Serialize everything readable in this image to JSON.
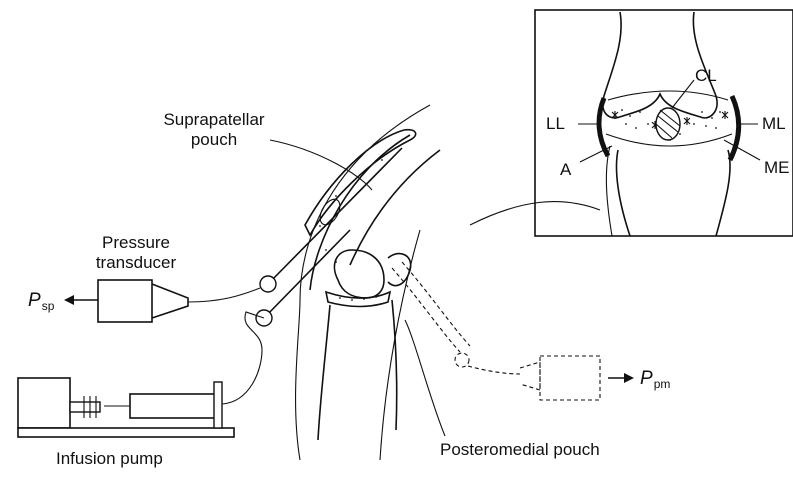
{
  "labels": {
    "suprapatellar_line1": "Suprapatellar",
    "suprapatellar_line2": "pouch",
    "pressure_line1": "Pressure",
    "pressure_line2": "transducer",
    "p_sp_symbol": "P",
    "p_sp_sub": "sp",
    "p_pm_symbol": "P",
    "p_pm_sub": "pm",
    "infusion_pump": "Infusion pump",
    "posteromedial_pouch": "Posteromedial pouch"
  },
  "inset": {
    "cl": "CL",
    "ll": "LL",
    "ml": "ML",
    "a": "A",
    "me": "ME"
  },
  "colors": {
    "ink": "#111111",
    "background": "#ffffff"
  }
}
